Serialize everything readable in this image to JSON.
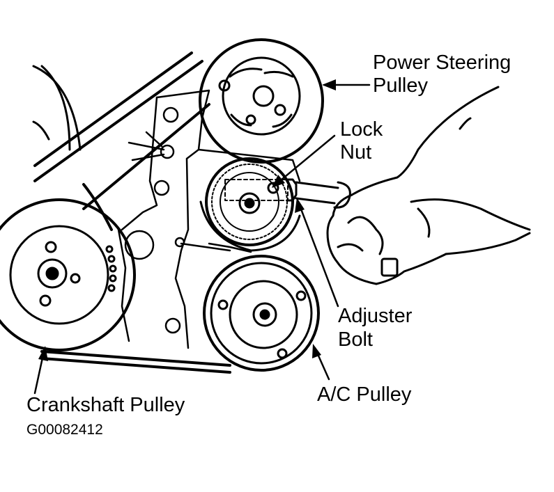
{
  "labels": {
    "power_steering": [
      "Power Steering",
      "Pulley"
    ],
    "lock_nut": [
      "Lock",
      "Nut"
    ],
    "adjuster_bolt": [
      "Adjuster",
      "Bolt"
    ],
    "ac_pulley": "A/C Pulley",
    "crankshaft_pulley": "Crankshaft Pulley"
  },
  "figure_code": "G00082412"
}
